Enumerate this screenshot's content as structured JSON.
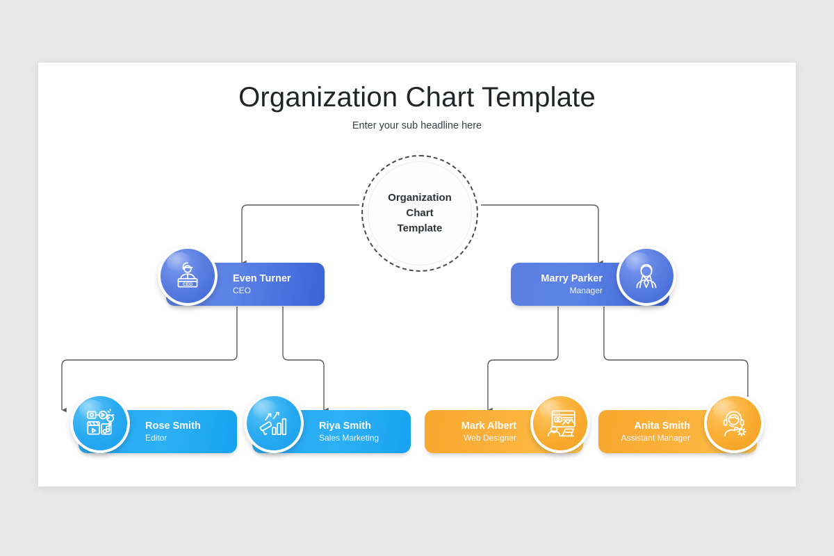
{
  "slide": {
    "title": "Organization Chart Template",
    "subtitle": "Enter your sub headline here"
  },
  "root": {
    "line1": "Organization",
    "line2": "Chart",
    "line3": "Template",
    "icon": "dashed-circle"
  },
  "colors": {
    "page_background": "#e8e8e8",
    "slide_background": "#ffffff",
    "title_text": "#222426",
    "royal_blue": "#5b7fe0",
    "royal_blue_dark": "#3b63d6",
    "cyan_blue": "#29aaf0",
    "amber": "#f9ae33",
    "connector": "#5a5a5a"
  },
  "nodes": [
    {
      "id": "ceo",
      "name": "Even Turner",
      "role": "CEO",
      "icon": "speaker-podium-icon",
      "palette": "royal",
      "icon_side": "left"
    },
    {
      "id": "manager",
      "name": "Marry Parker",
      "role": "Manager",
      "icon": "businessman-icon",
      "palette": "royal",
      "icon_side": "right"
    },
    {
      "id": "editor",
      "name": "Rose Smith",
      "role": "Editor",
      "icon": "media-editing-icon",
      "palette": "cyan",
      "icon_side": "left"
    },
    {
      "id": "sales",
      "name": "Riya Smith",
      "role": "Sales Marketing",
      "icon": "growth-chart-megaphone-icon",
      "palette": "cyan",
      "icon_side": "left"
    },
    {
      "id": "webdesigner",
      "name": "Mark Albert",
      "role": "Web Designer",
      "icon": "web-design-workstation-icon",
      "palette": "amber",
      "icon_side": "right"
    },
    {
      "id": "assistant",
      "name": "Anita Smith",
      "role": "Assistant Manager",
      "icon": "support-headset-gear-icon",
      "palette": "amber",
      "icon_side": "right"
    }
  ]
}
